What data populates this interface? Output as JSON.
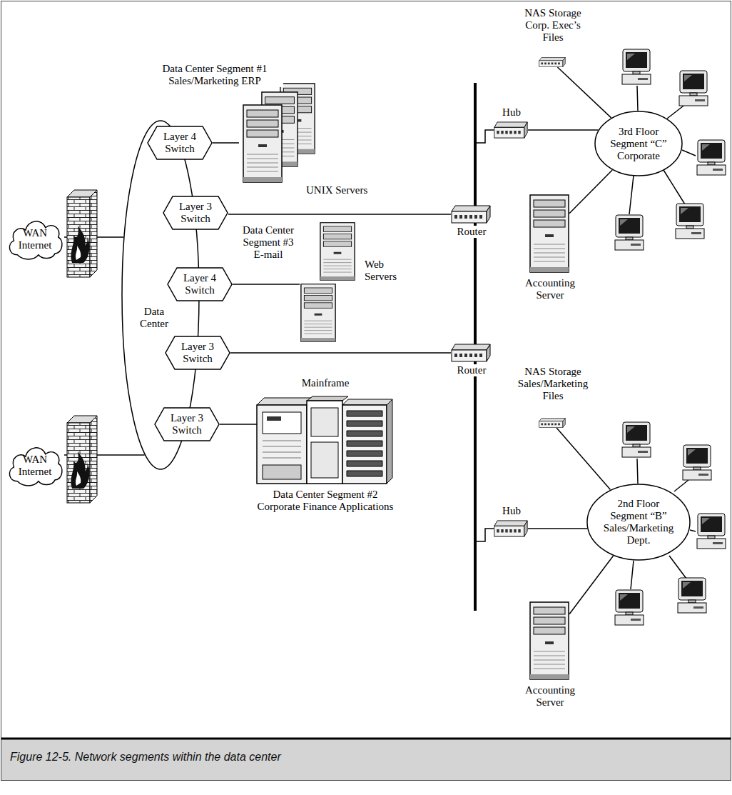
{
  "diagram": {
    "caption": "Figure 12-5. Network segments within the data center",
    "nodes": [
      {
        "text": [
          "WAN Internet"
        ]
      },
      {
        "text": [
          "WAN Internet"
        ]
      },
      {
        "text": [
          "Data Center"
        ]
      },
      {
        "text": [
          "Layer 4 Switch"
        ]
      },
      {
        "text": [
          "Layer 3 Switch"
        ]
      },
      {
        "text": [
          "Layer 4 Switch"
        ]
      },
      {
        "text": [
          "Layer 3 Switch"
        ]
      },
      {
        "text": [
          "Layer 3 Switch"
        ]
      },
      {
        "text": [
          "Data Center Segment #1 Sales/Marketing ERP",
          "UNIX Servers"
        ]
      },
      {
        "text": [
          "Data Center Segment #3 E-mail",
          "Web Servers"
        ]
      },
      {
        "text": [
          "Mainframe",
          "Data Center Segment #2 Corporate Finance Applications"
        ]
      },
      {
        "text": [
          "Router"
        ]
      },
      {
        "text": [
          "Router"
        ]
      },
      {
        "text": [
          "Hub"
        ]
      },
      {
        "text": [
          "Hub"
        ]
      },
      {
        "text": [
          "3rd Floor Segment “C” Corporate"
        ]
      },
      {
        "text": [
          "2nd Floor Segment “B” Sales/Marketing Dept."
        ]
      },
      {
        "text": [
          "NAS Storage Corp. Exec’s Files"
        ]
      },
      {
        "text": [
          "Accounting Server"
        ]
      },
      {
        "text": [
          "NAS Storage Sales/Marketing Files"
        ]
      },
      {
        "text": [
          "Accounting Server"
        ]
      }
    ],
    "edges": [
      {
        "from": 0,
        "to": 2,
        "arrow": "none"
      },
      {
        "from": 1,
        "to": 2,
        "arrow": "none"
      },
      {
        "from": 3,
        "to": 8,
        "arrow": "none"
      },
      {
        "from": 4,
        "to": 11,
        "arrow": "none"
      },
      {
        "from": 5,
        "to": 9,
        "arrow": "none"
      },
      {
        "from": 6,
        "to": 12,
        "arrow": "none"
      },
      {
        "from": 7,
        "to": 10,
        "arrow": "none"
      },
      {
        "from": 13,
        "to": 15,
        "arrow": "none"
      },
      {
        "from": 17,
        "to": 15,
        "arrow": "none"
      },
      {
        "from": 18,
        "to": 15,
        "arrow": "none"
      },
      {
        "from": 14,
        "to": 16,
        "arrow": "none"
      },
      {
        "from": 19,
        "to": 16,
        "arrow": "none"
      },
      {
        "from": 20,
        "to": 16,
        "arrow": "none"
      }
    ]
  }
}
